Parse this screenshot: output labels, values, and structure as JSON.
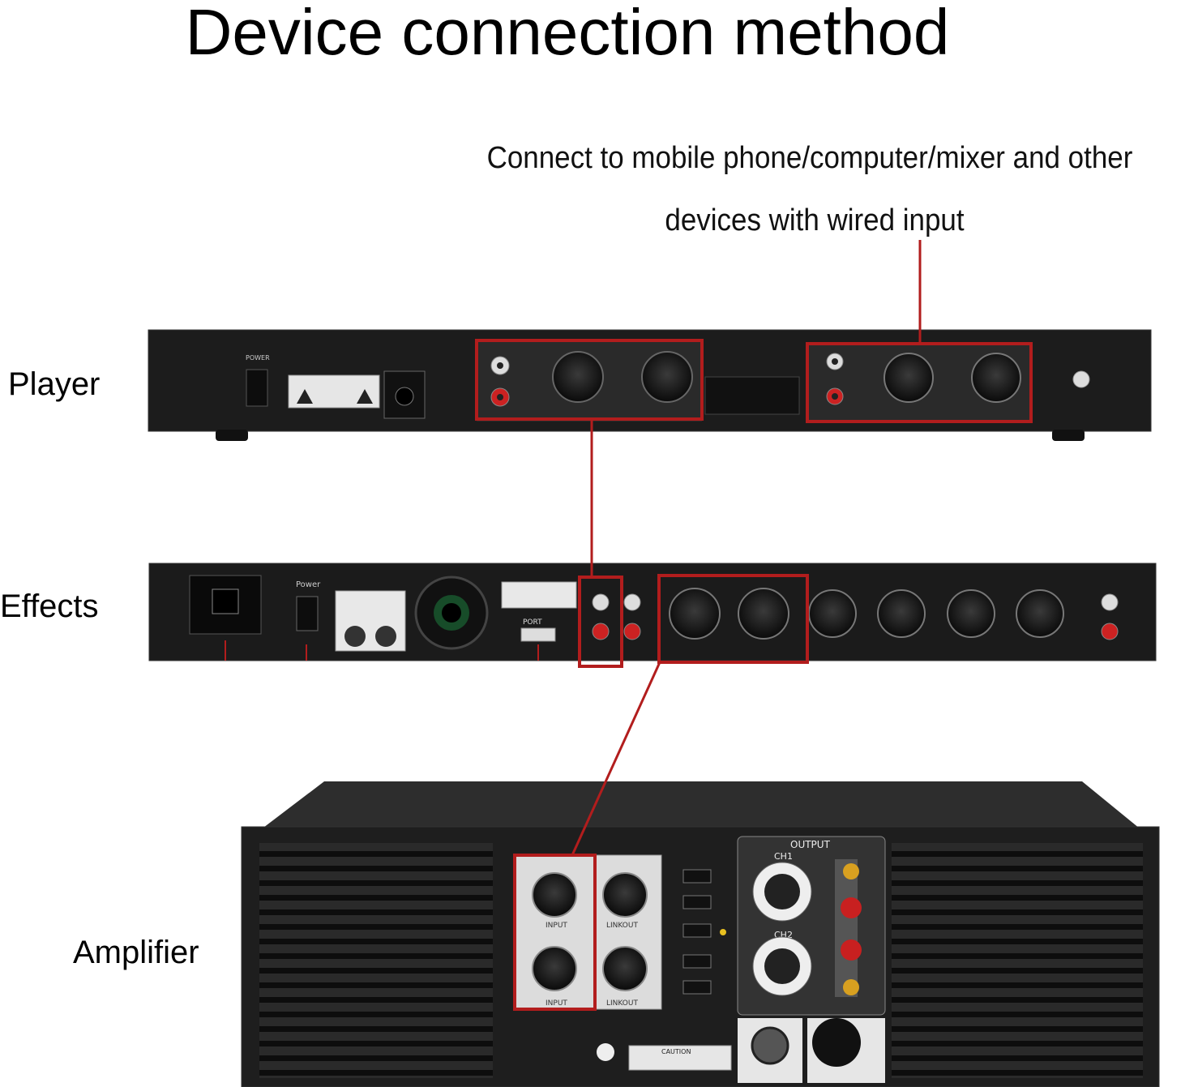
{
  "title": "Device connection method",
  "note": {
    "line1": "Connect to mobile phone/computer/mixer and other",
    "line2": "devices with wired input"
  },
  "devices": {
    "player": "Player",
    "effects": "Effects",
    "amplifier": "Amplifier"
  },
  "panel_text": {
    "player_power": "POWER",
    "effects_power": "Power",
    "effects_usb": "PORT",
    "amp_output": "OUTPUT",
    "amp_ch1": "CH1",
    "amp_ch2": "CH2",
    "amp_input": "INPUT",
    "amp_linkout": "LINKOUT",
    "amp_caution": "CAUTION"
  },
  "colors": {
    "highlight": "#b21d1d",
    "chassis": "#1b1b1b"
  }
}
